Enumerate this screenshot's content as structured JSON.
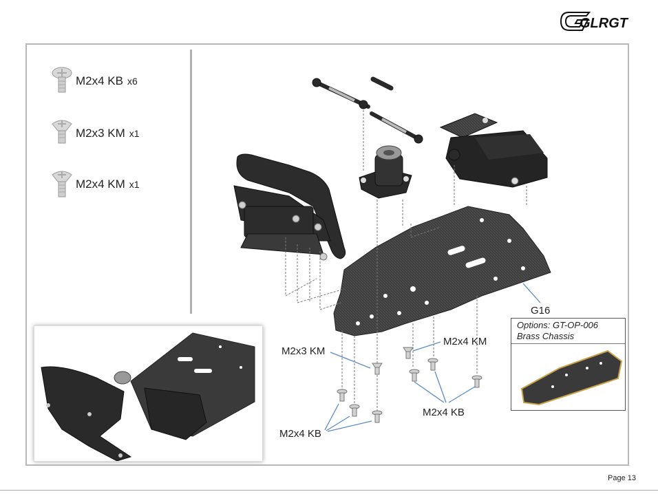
{
  "logo": {
    "text": "GLRGT",
    "icon": "glr-gt-logo"
  },
  "parts_list": [
    {
      "name": "M2x4 KB",
      "qty": "x6",
      "icon": "kb-screw-icon"
    },
    {
      "name": "M2x3 KM",
      "qty": "x1",
      "icon": "km-screw-icon"
    },
    {
      "name": "M2x4 KM",
      "qty": "x1",
      "icon": "km-screw-icon"
    }
  ],
  "callouts": {
    "g16": "G16",
    "m2x3_km": "M2x3 KM",
    "m2x4_km": "M2x4 KM",
    "m2x4_kb_right": "M2x4 KB",
    "m2x4_kb_left": "M2x4 KB"
  },
  "options": {
    "line1": "Options: GT-OP-006",
    "line2": "Brass Chassis"
  },
  "footer": {
    "page": "Page 13"
  },
  "colors": {
    "frame": "#b8b8b8",
    "callout_line": "#5a8ac6",
    "carbon": "#3a3a3a",
    "brass": "#c9a24a"
  }
}
